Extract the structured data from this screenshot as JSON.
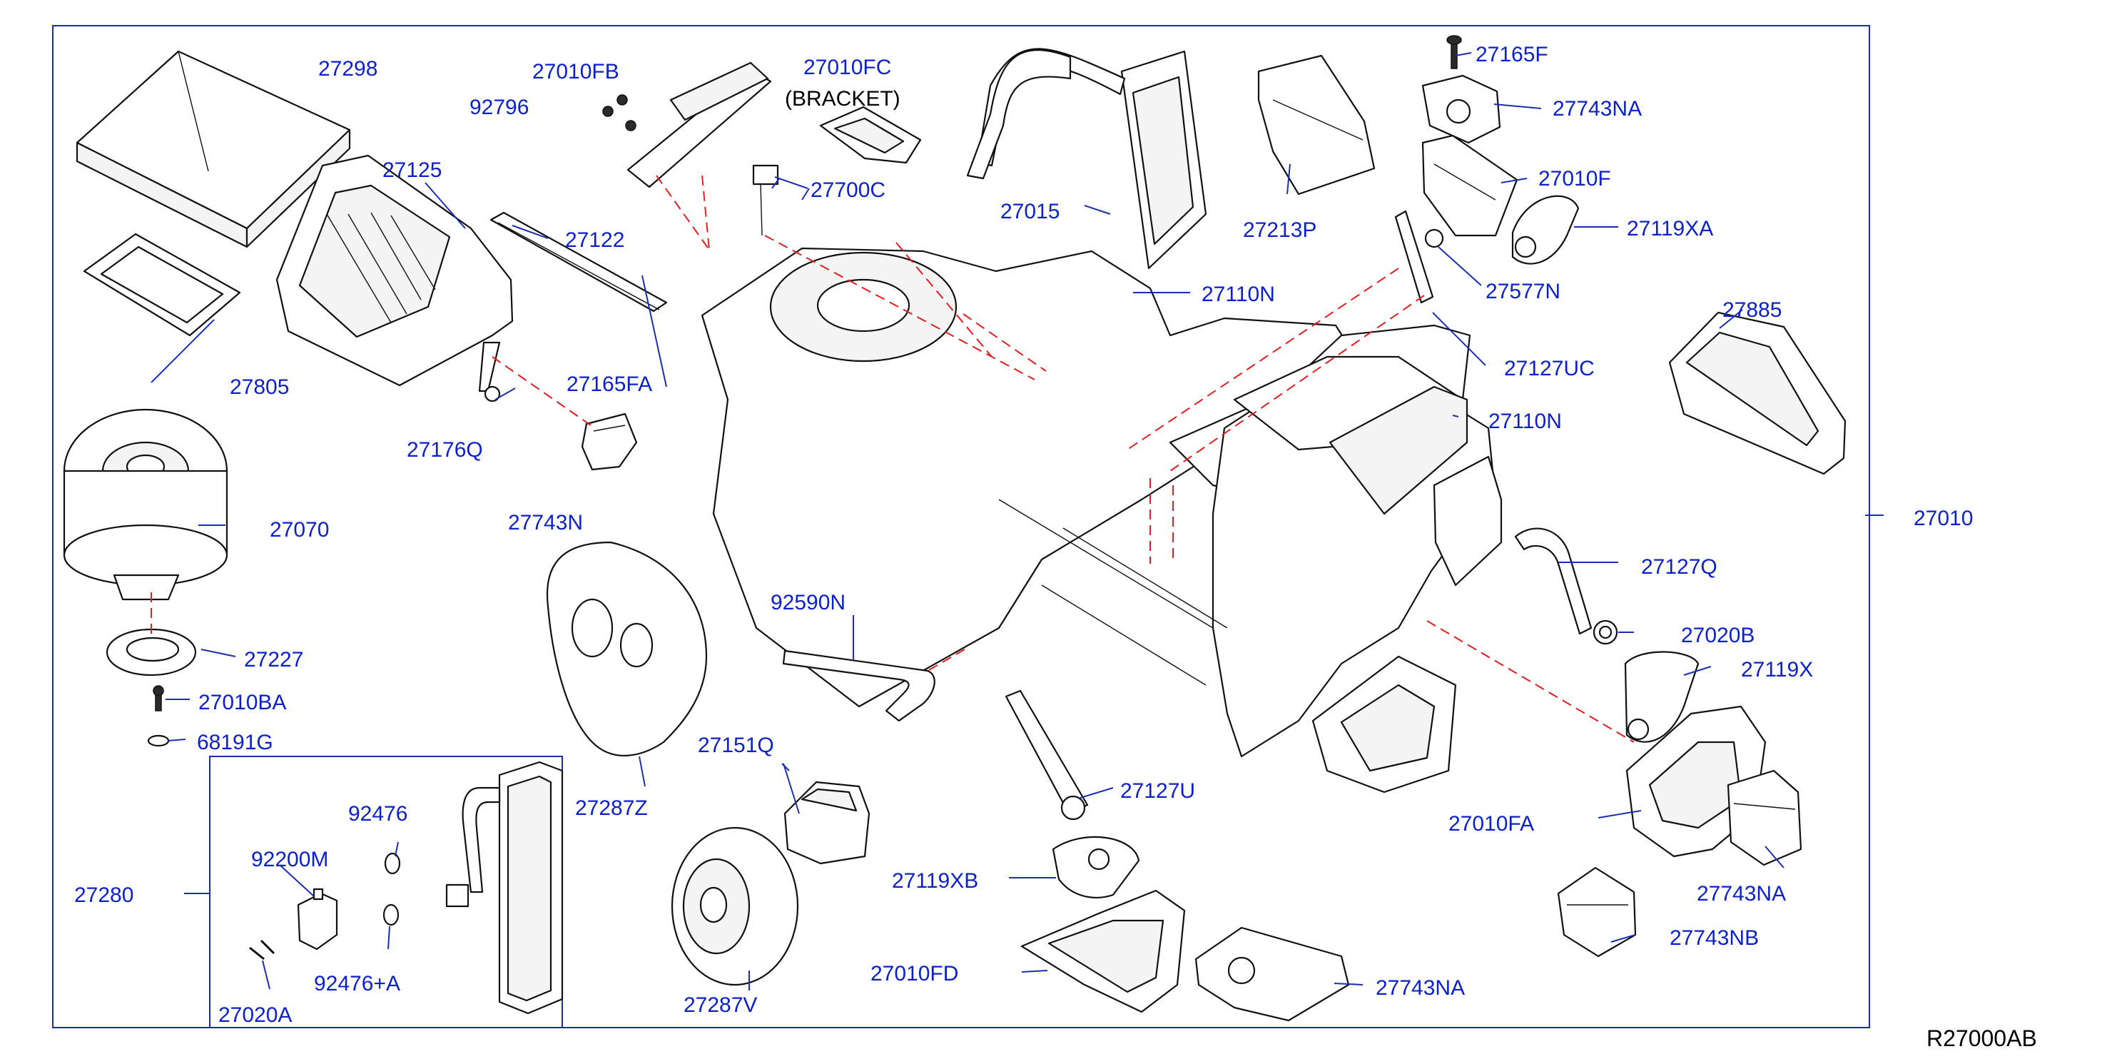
{
  "diagram": {
    "reference": "R27000AB",
    "bracket_caption": "(BRACKET)",
    "colors": {
      "label": "#0c22c8",
      "frame": "#1a2fb0",
      "dashed_link": "#e02020",
      "part_outline": "#111111"
    },
    "labels": {
      "p27298": "27298",
      "p27010FB": "27010FB",
      "p27010FC": "27010FC",
      "p92796": "92796",
      "p27165F": "27165F",
      "p27743NA_top": "27743NA",
      "p27125": "27125",
      "p27700C": "27700C",
      "p27015": "27015",
      "p27213P": "27213P",
      "p27010F": "27010F",
      "p27119XA": "27119XA",
      "p27122": "27122",
      "p27110N_a": "27110N",
      "p27577N": "27577N",
      "p27885": "27885",
      "p27805": "27805",
      "p27165FA": "27165FA",
      "p27127UC": "27127UC",
      "p27176Q": "27176Q",
      "p27110N_b": "27110N",
      "p27743N": "27743N",
      "p27070": "27070",
      "p27010": "27010",
      "p27127Q": "27127Q",
      "p92590N": "92590N",
      "p27020B": "27020B",
      "p27227": "27227",
      "p27119X": "27119X",
      "p27010BA": "27010BA",
      "p68191G": "68191G",
      "p27151Q": "27151Q",
      "p27127U": "27127U",
      "p92476_a": "92476",
      "p27287Z": "27287Z",
      "p27010FA": "27010FA",
      "p92200M": "92200M",
      "p27119XB": "27119XB",
      "p27743NA_right": "27743NA",
      "p27280": "27280",
      "p27743NB": "27743NB",
      "p27010FD": "27010FD",
      "p92476A": "92476+A",
      "p27743NA_bottom": "27743NA",
      "p27020A": "27020A",
      "p27287V": "27287V"
    }
  }
}
